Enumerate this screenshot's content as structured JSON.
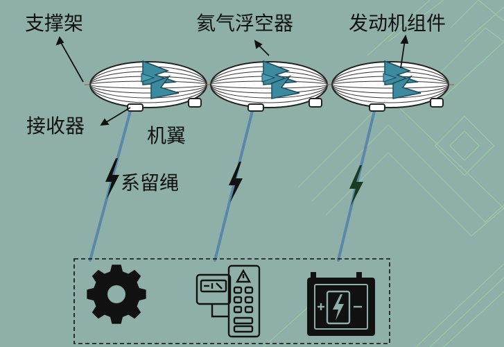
{
  "labels": {
    "support_frame": "支撑架",
    "helium_aerostat": "氦气浮空器",
    "engine_assembly": "发动机组件",
    "receiver": "接收器",
    "wing": "机翼",
    "tether": "系留绳"
  },
  "icons": [
    "gear-icon",
    "control-panel-icon",
    "battery-icon",
    "lightning-bolt-icon",
    "airship-icon"
  ],
  "colors": {
    "background": "#8fb0a8",
    "pattern_line": "#9fd0a2",
    "tether": "#5a88a8",
    "airship_body": "#ffffff",
    "fin": "#3b8aa0",
    "ground_box_border": "#111111"
  }
}
